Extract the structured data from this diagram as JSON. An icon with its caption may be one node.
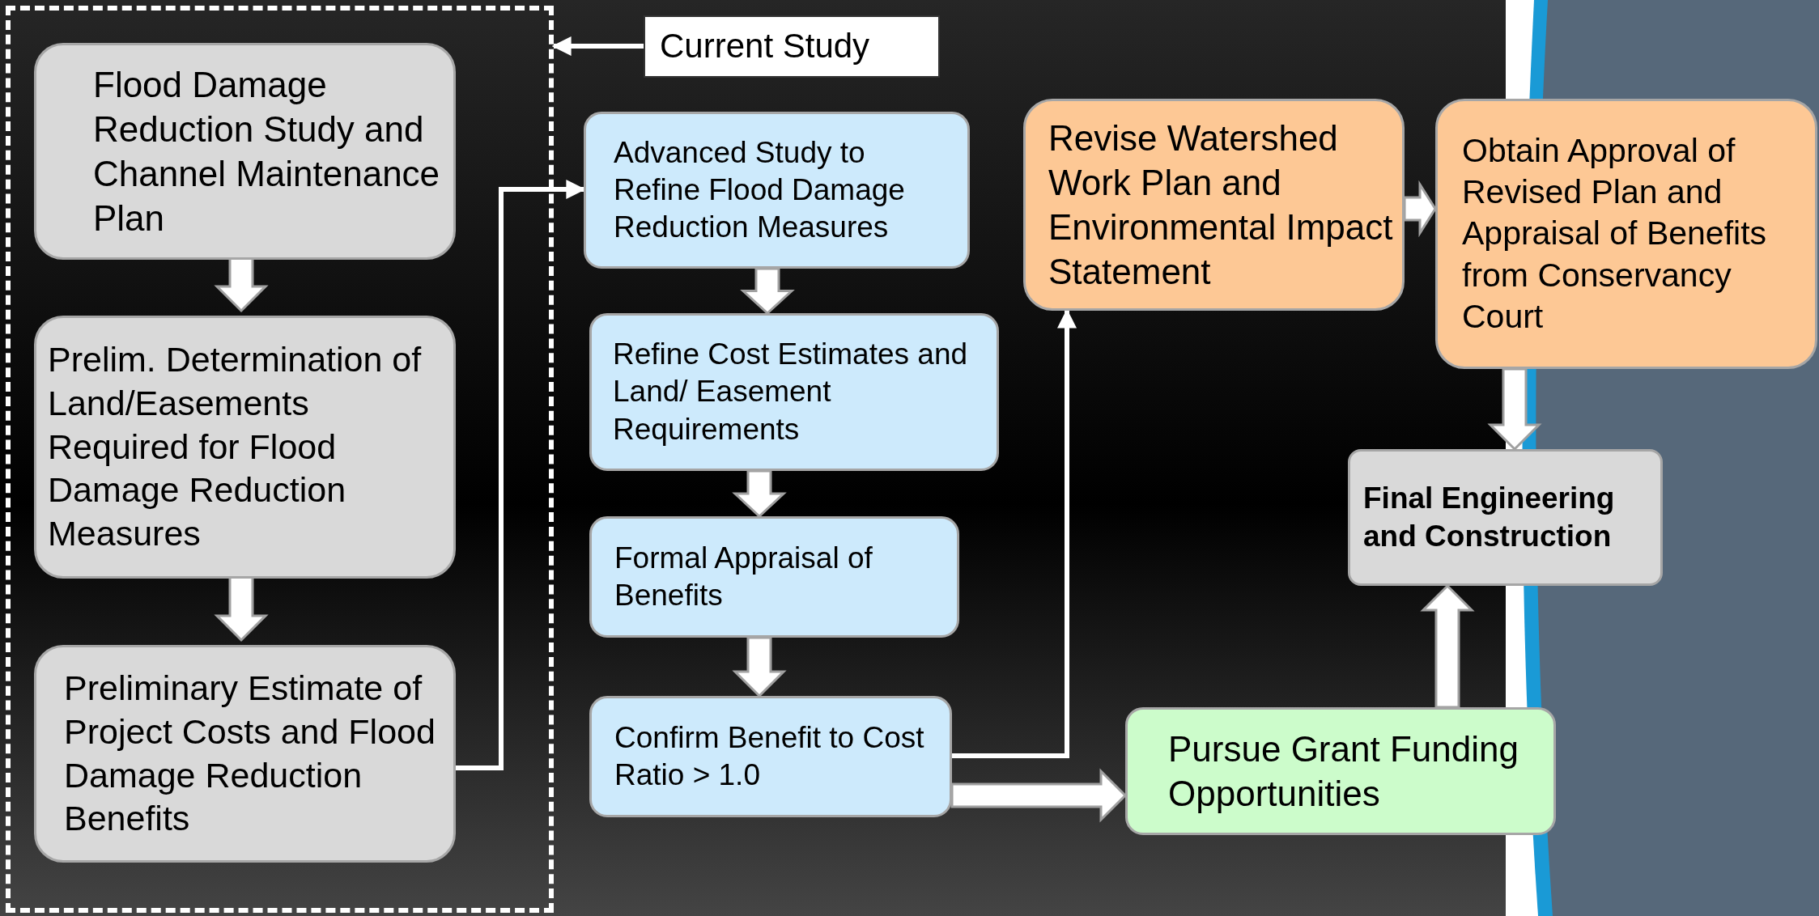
{
  "diagram": {
    "nodes": [
      {
        "text": [],
        "shape": "box"
      },
      {
        "text": [
          "Flood Damage Reduction Study and Channel Maintenance Plan"
        ],
        "in": 0
      },
      {
        "text": [
          "Prelim. Determination of Land/Easements Required for Flood Damage Reduction Measures"
        ],
        "in": 0
      },
      {
        "text": [
          "Preliminary Estimate of Project Costs and Flood Damage Reduction Benefits"
        ],
        "in": 0
      },
      {
        "text": [
          "Current Study"
        ]
      },
      {
        "text": [
          "Advanced Study to Refine Flood Damage Reduction Measures"
        ]
      },
      {
        "text": [
          "Refine Cost Estimates and Land/ Easement Requirements"
        ]
      },
      {
        "text": [
          "Formal Appraisal of Benefits"
        ]
      },
      {
        "text": [
          "Confirm Benefit to Cost Ratio > 1.0"
        ]
      },
      {
        "text": [
          "Revise Watershed Work Plan and Environmental Impact Statement"
        ]
      },
      {
        "text": [
          "Obtain Approval of Revised Plan and Appraisal of Benefits from Conservancy Court"
        ]
      },
      {
        "text": [
          "Final Engineering and Construction"
        ]
      },
      {
        "text": [
          "Pursue Grant Funding Opportunities"
        ]
      }
    ],
    "edges": [
      {
        "from": 4,
        "to": 0,
        "arrow": "to"
      },
      {
        "from": 1,
        "to": 2,
        "arrow": "to",
        "style": "thick"
      },
      {
        "from": 2,
        "to": 3,
        "arrow": "to",
        "style": "thick"
      },
      {
        "from": 3,
        "to": 5,
        "arrow": "to"
      },
      {
        "from": 5,
        "to": 6,
        "arrow": "to",
        "style": "thick"
      },
      {
        "from": 6,
        "to": 7,
        "arrow": "to",
        "style": "thick"
      },
      {
        "from": 7,
        "to": 8,
        "arrow": "to",
        "style": "thick"
      },
      {
        "from": 8,
        "to": 9,
        "arrow": "to"
      },
      {
        "from": 8,
        "to": 12,
        "arrow": "to",
        "style": "thick"
      },
      {
        "from": 9,
        "to": 10,
        "arrow": "to",
        "style": "thick"
      },
      {
        "from": 10,
        "to": 11,
        "arrow": "to",
        "style": "thick"
      },
      {
        "from": 12,
        "to": 11,
        "arrow": "to",
        "style": "thick"
      }
    ]
  }
}
